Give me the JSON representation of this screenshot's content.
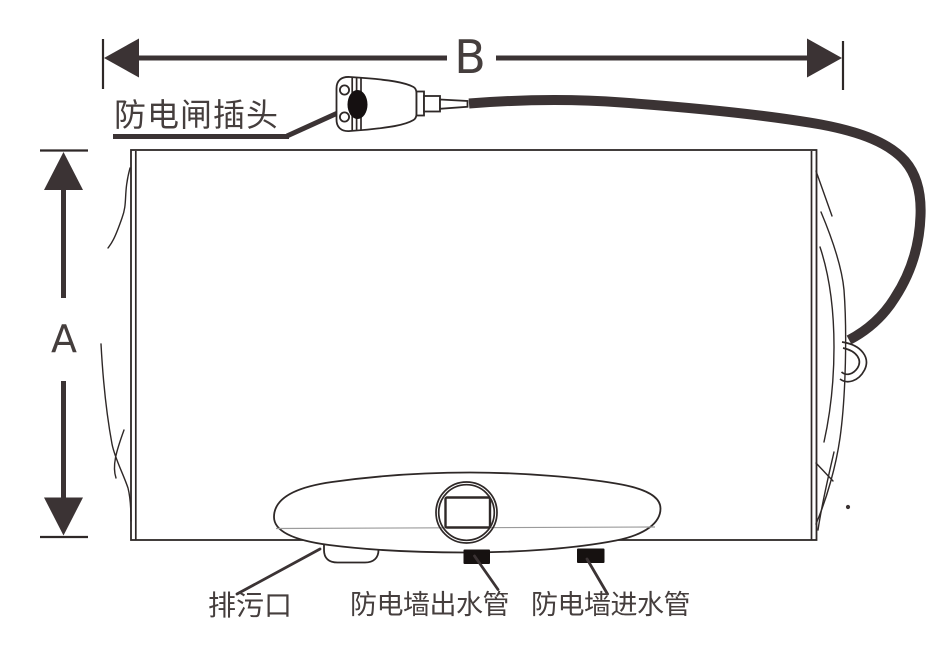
{
  "diagram": {
    "type": "water-heater-outline-drawing",
    "background": "#ffffff"
  },
  "dimensions": {
    "a": "A",
    "b": "B"
  },
  "labels": {
    "plug": "防电闸插头",
    "drain": "排污口",
    "outlet": "防电墙出水管",
    "inlet": "防电墙进水管"
  },
  "colors": {
    "background": "#ffffff",
    "thin_line": "#2e2827",
    "thick_line": "#3b3334",
    "pipe_fill": "#161110",
    "text": "#453e3d",
    "panel_split_line": "#9b9b9b"
  }
}
